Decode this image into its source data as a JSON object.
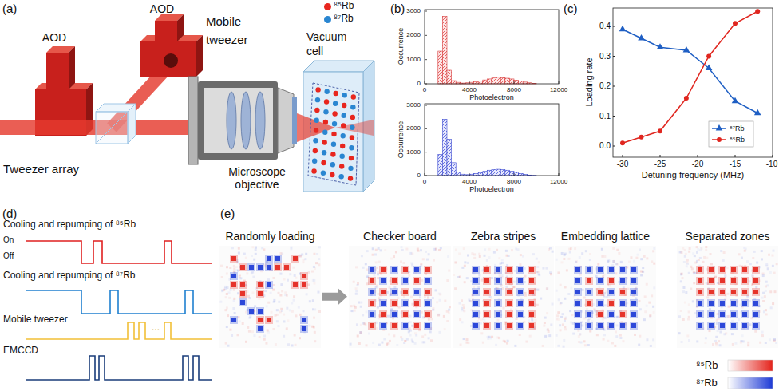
{
  "diagram": {
    "nodes": [
      {
        "text": [
          "Randomly loading"
        ]
      },
      {
        "text": [
          "Checker board"
        ]
      },
      {
        "text": [
          "Zebra stripes"
        ]
      },
      {
        "text": [
          "Embedding lattice"
        ]
      },
      {
        "text": [
          "Separated zones"
        ]
      }
    ],
    "edges": [
      {
        "from": 0,
        "to": 1,
        "arrow": "to"
      }
    ],
    "labels": [
      "(a)",
      "AOD",
      "AOD",
      "Mobile tweezer",
      "Tweezer array",
      "Microscope objective",
      "Vacuum cell",
      "(b)",
      "3000",
      "2000",
      "1000",
      "0",
      "0",
      "4000",
      "8000",
      "12000",
      "Occurrence",
      "Photoelectron",
      "3000",
      "2000",
      "1000",
      "0",
      "0",
      "4000",
      "8000",
      "12000",
      "Occurrence",
      "Photoelectron",
      "(c)",
      "0.0",
      "0.1",
      "0.2",
      "0.3",
      "0.4",
      "-30",
      "-25",
      "-20",
      "-15",
      "-10",
      "Loading rate",
      "Detuning frequency (MHz)",
      "(d)",
      "Cooling and repumping of ⁸⁵Rb",
      "On",
      "Off",
      "Cooling and repumping of ⁸⁷Rb",
      "Mobile tweezer",
      "EMCCD",
      "...",
      "(e)"
    ],
    "legend": [
      {
        "text": "⁸⁵Rb",
        "color": "#e8261e"
      },
      {
        "text": "⁸⁷Rb",
        "color": "#2a86d1"
      },
      {
        "text": "⁸⁷Rb"
      },
      {
        "text": "⁸⁵Rb"
      },
      {
        "text": "⁸⁵Rb"
      },
      {
        "text": "⁸⁷Rb"
      }
    ]
  }
}
